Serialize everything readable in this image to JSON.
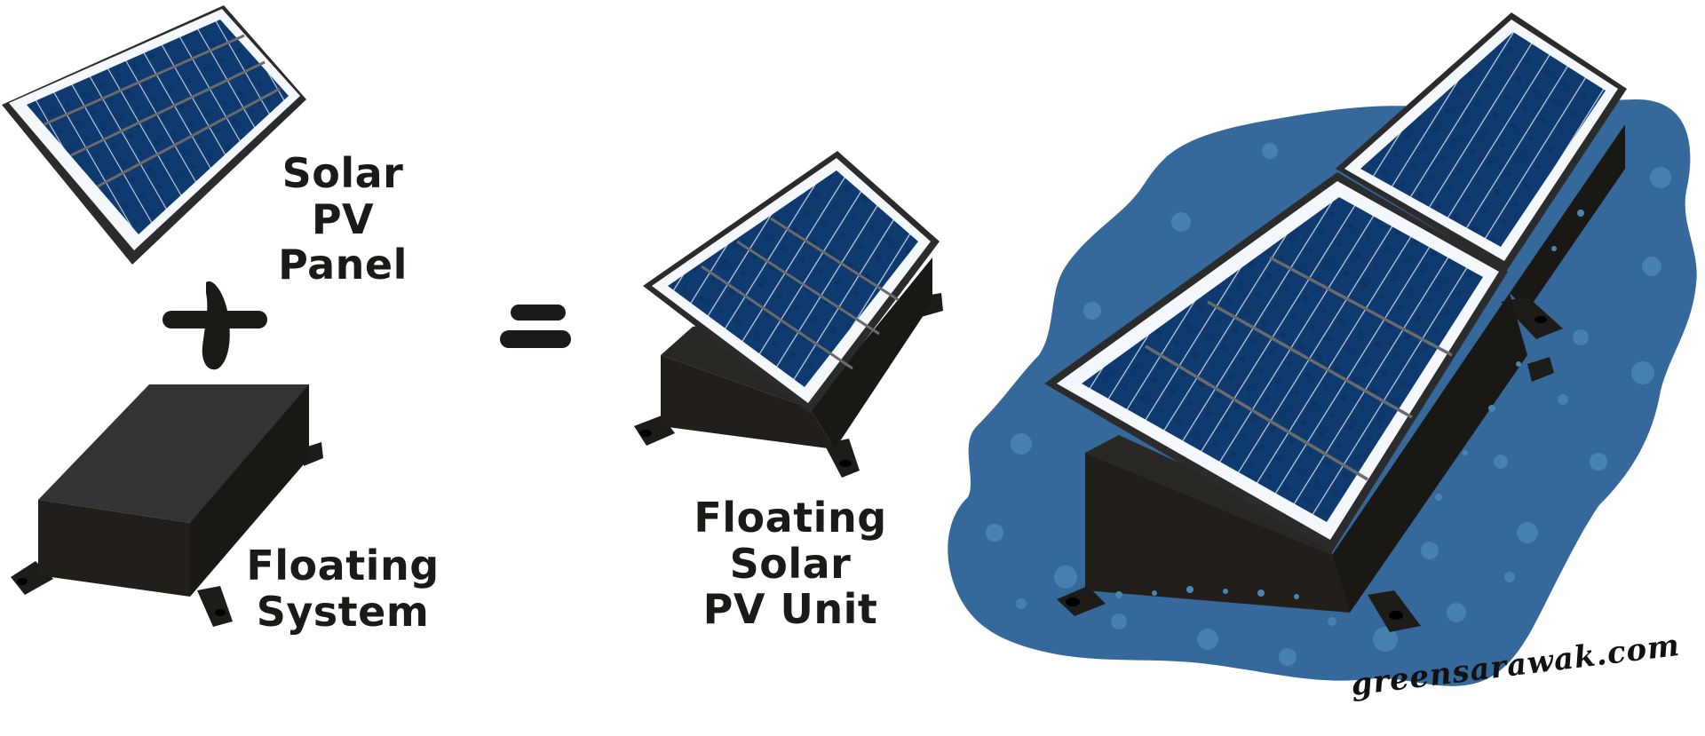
{
  "diagram": {
    "type": "equation-illustration",
    "components": [
      {
        "id": "solar-pv-panel",
        "label_lines": [
          "Solar PV",
          "Panel"
        ]
      },
      {
        "id": "floating-system",
        "label_lines": [
          "Floating",
          "System"
        ]
      },
      {
        "id": "floating-solar-pv-unit",
        "label_lines": [
          "Floating Solar",
          "PV Unit"
        ]
      }
    ],
    "operators": {
      "plus": "+",
      "equals": "="
    },
    "result_scene": "Two floating solar PV units on water",
    "watermark": "greensarawak.com"
  },
  "colors": {
    "panel_cell_blue": "#0e3a70",
    "panel_frame_white": "#f4f8fc",
    "panel_frame_dark": "#2b2b2b",
    "float_top": "#333333",
    "float_side": "#221f1b",
    "water_blue": "#35689b",
    "bubble_blue": "#4a86b4",
    "text_dark": "#1c1a17"
  }
}
